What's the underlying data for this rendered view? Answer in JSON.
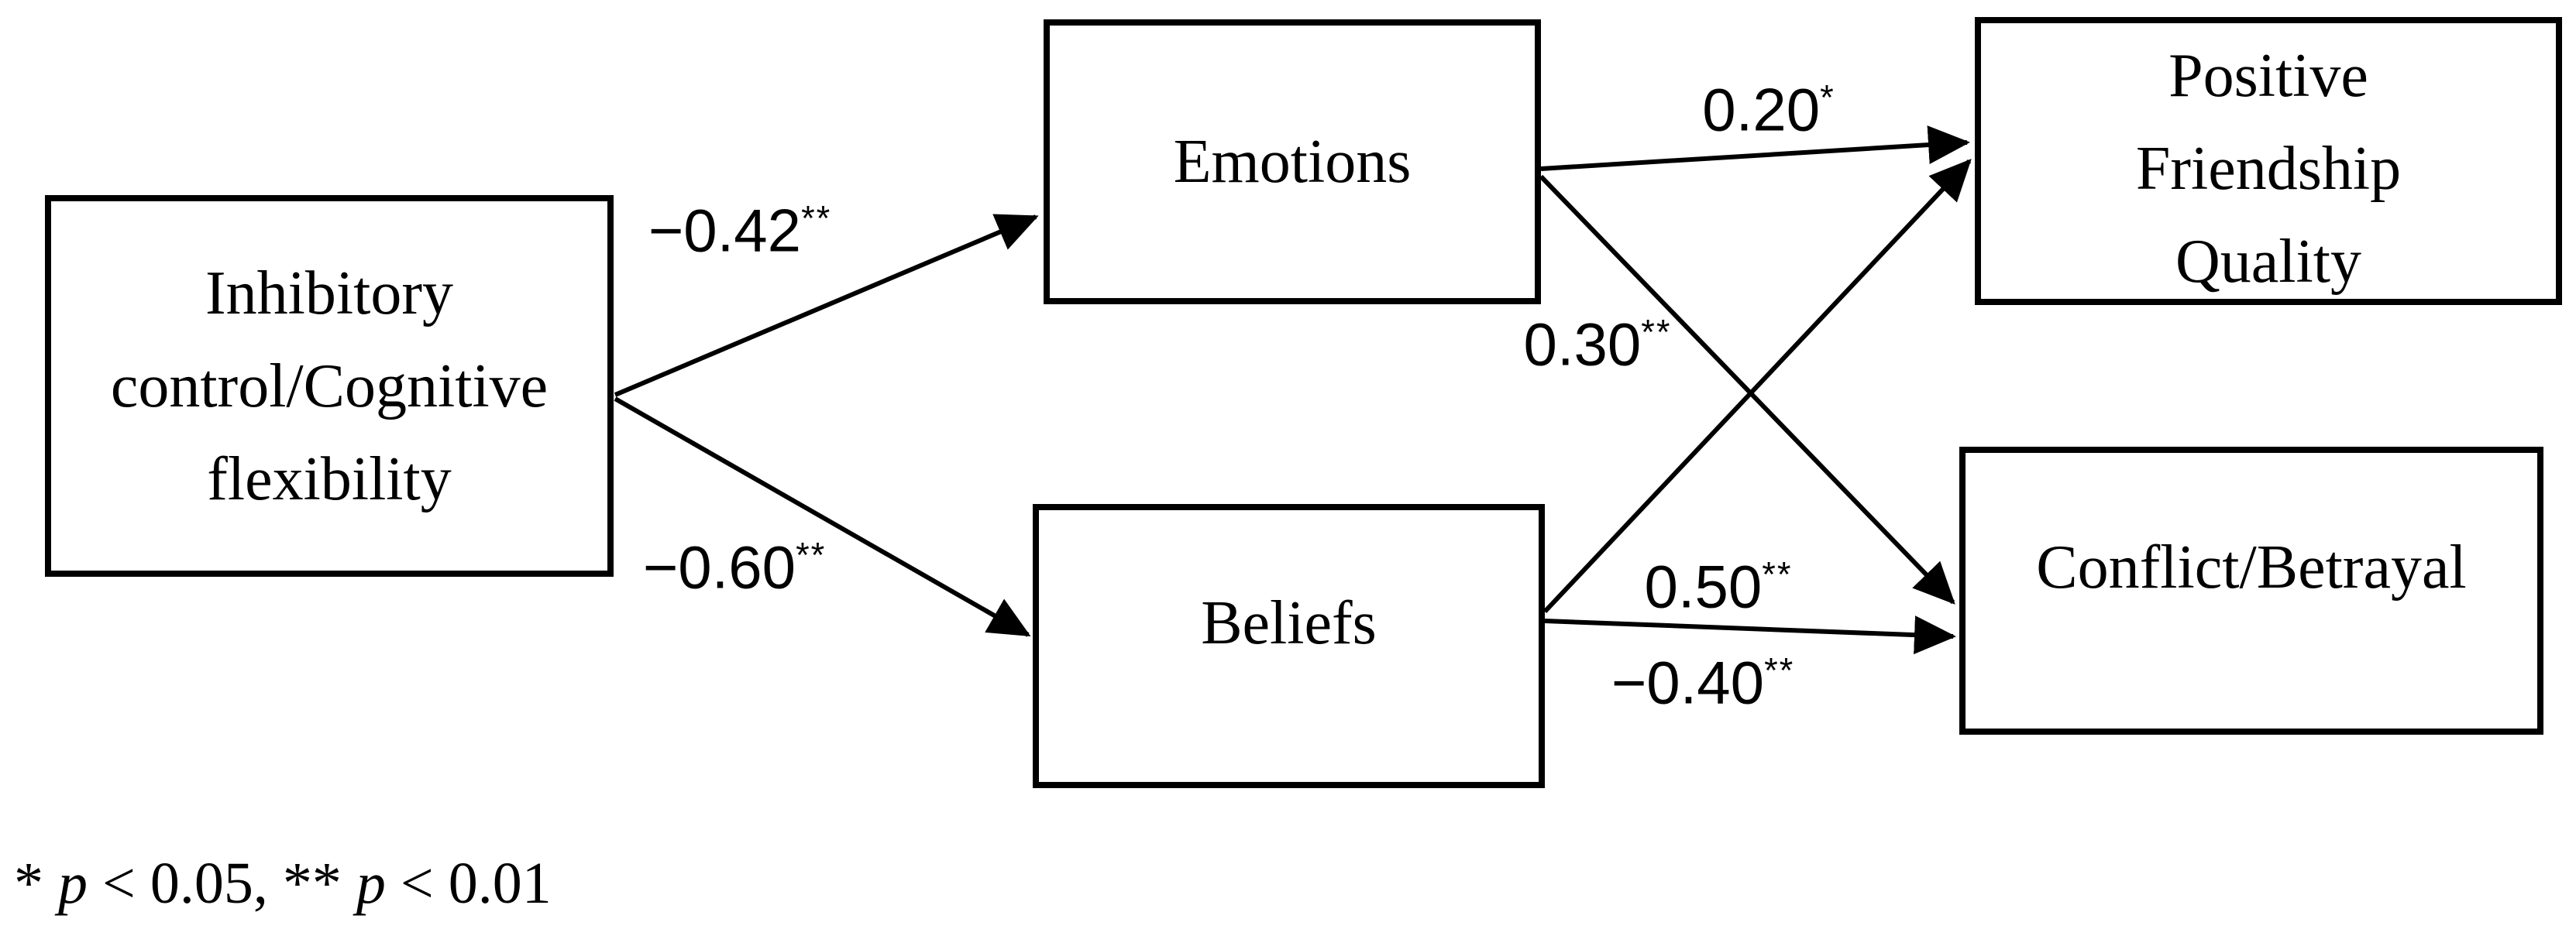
{
  "diagram": {
    "nodes": {
      "predictor": {
        "label": "Inhibitory control/Cognitive flexibility"
      },
      "emotions": {
        "label": "Emotions"
      },
      "beliefs": {
        "label": "Beliefs"
      },
      "pfq": {
        "label": "Positive Friendship Quality"
      },
      "conflict": {
        "label": "Conflict/Betrayal"
      }
    },
    "edges": {
      "predictor_emotions": {
        "value": "−0.42",
        "sig": "**"
      },
      "predictor_beliefs": {
        "value": "−0.60",
        "sig": "**"
      },
      "emotions_pfq": {
        "value": "0.20",
        "sig": "*"
      },
      "emotions_conflict": {
        "value": "0.30",
        "sig": "**"
      },
      "beliefs_pfq": {
        "value": "0.50",
        "sig": "**"
      },
      "beliefs_conflict": {
        "value": "−0.40",
        "sig": "**"
      }
    },
    "note": {
      "seg1": "* ",
      "p1": "p",
      "seg2": " < 0.05, ",
      "seg3": "** ",
      "p2": "p",
      "seg4": " < 0.01"
    },
    "colors": {
      "line": "#000000",
      "background": "#ffffff",
      "text": "#000000"
    }
  }
}
